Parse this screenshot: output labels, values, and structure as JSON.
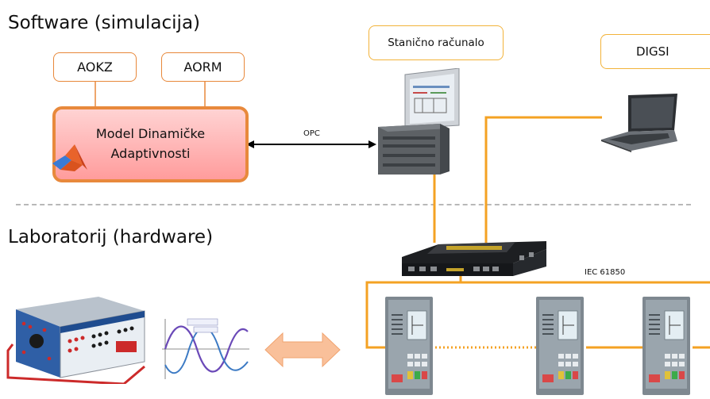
{
  "software_section": {
    "title": "Software (simulacija)"
  },
  "hardware_section": {
    "title": "Laboratorij (hardware)"
  },
  "modules": {
    "aokz": "AOKZ",
    "aorm": "AORM"
  },
  "model_box": {
    "line1": "Model Dinamičke",
    "line2": "Adaptivnosti"
  },
  "opc_label": "OPC",
  "station_pc": {
    "label": "Stanično računalo"
  },
  "digsi": {
    "label": "DIGSI"
  },
  "protocol_label": "IEC 61850",
  "colors": {
    "orange_line": "#f4a223",
    "box_border": "#e8883a",
    "model_fill": "#ff9c9c",
    "arrow_fill": "#f9c09a"
  },
  "icons": [
    "matlab-logo-icon",
    "workstation-icon",
    "laptop-icon",
    "network-switch-icon",
    "relay-test-set-icon",
    "waveform-icon",
    "protection-relay-icon"
  ]
}
